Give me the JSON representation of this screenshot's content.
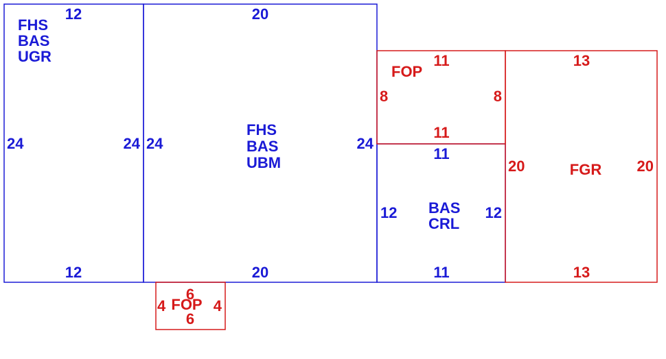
{
  "colors": {
    "blue": "#1a1ad6",
    "red": "#d61a1a"
  },
  "areas": [
    {
      "id": "area-1",
      "color": "blue",
      "codes": [
        "FHS",
        "BAS",
        "UGR"
      ],
      "dims": {
        "top": "12",
        "bottom": "12",
        "left": "24",
        "right": "24"
      }
    },
    {
      "id": "area-2",
      "color": "blue",
      "codes": [
        "FHS",
        "BAS",
        "UBM"
      ],
      "dims": {
        "top": "20",
        "bottom": "20",
        "left": "24",
        "right": "24"
      }
    },
    {
      "id": "area-3",
      "color": "red",
      "codes": [
        "FOP"
      ],
      "dims": {
        "top": "11",
        "bottom": "11",
        "left": "8",
        "right": "8"
      }
    },
    {
      "id": "area-4",
      "color": "blue",
      "codes": [
        "BAS",
        "CRL"
      ],
      "dims": {
        "top": "11",
        "bottom": "11",
        "left": "12",
        "right": "12"
      }
    },
    {
      "id": "area-5",
      "color": "red",
      "codes": [
        "FGR"
      ],
      "dims": {
        "top": "13",
        "bottom": "13",
        "left": "20",
        "right": "20"
      }
    },
    {
      "id": "area-6",
      "color": "red",
      "codes": [
        "FOP"
      ],
      "dims": {
        "top": "6",
        "bottom": "6",
        "left": "4",
        "right": "4"
      }
    }
  ]
}
